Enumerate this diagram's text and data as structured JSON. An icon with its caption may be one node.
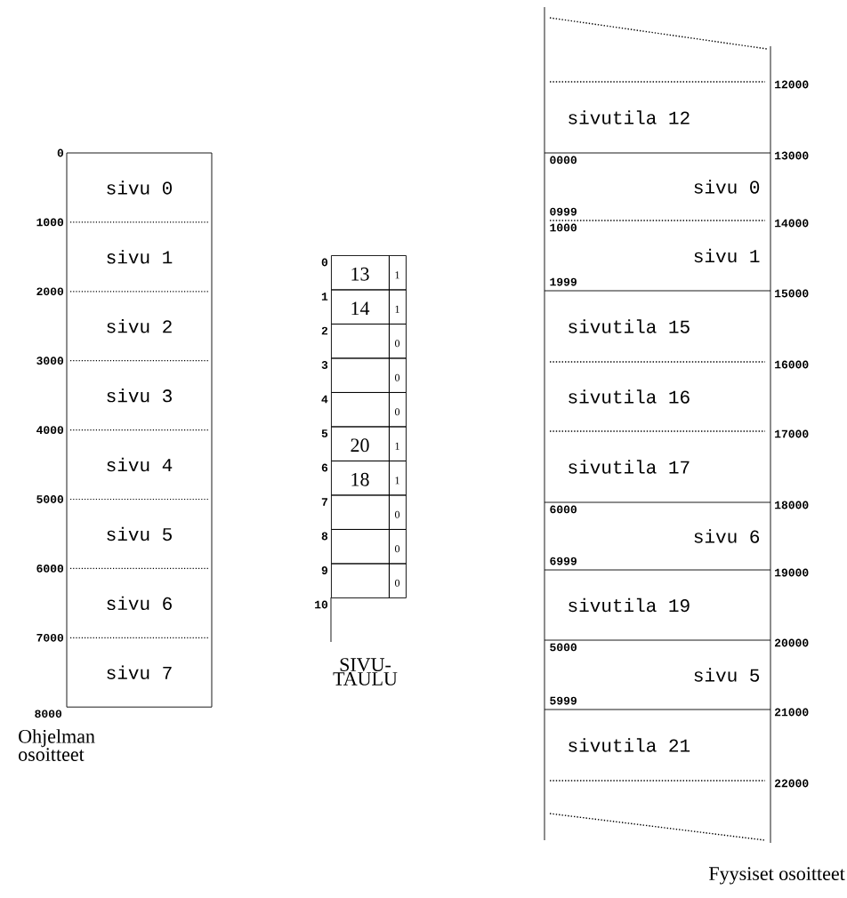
{
  "diagram": {
    "nodes": [
      {
        "text": [
          "sivu 0"
        ]
      },
      {
        "text": [
          "sivu 1"
        ]
      },
      {
        "text": [
          "sivu 2"
        ]
      },
      {
        "text": [
          "sivu 3"
        ]
      },
      {
        "text": [
          "sivu 4"
        ]
      },
      {
        "text": [
          "sivu 5"
        ]
      },
      {
        "text": [
          "sivu 6"
        ]
      },
      {
        "text": [
          "sivu 7"
        ]
      },
      {
        "text": [
          "13"
        ]
      },
      {
        "text": [
          "1"
        ]
      },
      {
        "text": [
          "14"
        ]
      },
      {
        "text": [
          "1"
        ]
      },
      {
        "text": [],
        "shape": "box"
      },
      {
        "text": [
          "0"
        ]
      },
      {
        "text": [],
        "shape": "box"
      },
      {
        "text": [
          "0"
        ]
      },
      {
        "text": [],
        "shape": "box"
      },
      {
        "text": [
          "0"
        ]
      },
      {
        "text": [
          "20"
        ]
      },
      {
        "text": [
          "1"
        ]
      },
      {
        "text": [
          "18"
        ]
      },
      {
        "text": [
          "1"
        ]
      },
      {
        "text": [],
        "shape": "box"
      },
      {
        "text": [
          "0"
        ]
      },
      {
        "text": [],
        "shape": "box"
      },
      {
        "text": [
          "0"
        ]
      },
      {
        "text": [],
        "shape": "box"
      },
      {
        "text": [
          "0"
        ]
      },
      {
        "text": [
          "sivutila 12"
        ]
      },
      {
        "text": [
          "0000",
          "sivu 0",
          "0999"
        ]
      },
      {
        "text": [
          "1000",
          "sivu 1",
          "1999"
        ]
      },
      {
        "text": [
          "sivutila 15"
        ]
      },
      {
        "text": [
          "sivutila 16"
        ]
      },
      {
        "text": [
          "sivutila 17"
        ]
      },
      {
        "text": [
          "6000",
          "sivu 6",
          "6999"
        ]
      },
      {
        "text": [
          "sivutila 19"
        ]
      },
      {
        "text": [
          "5000",
          "sivu 5",
          "5999"
        ]
      },
      {
        "text": [
          "sivutila 21"
        ]
      }
    ],
    "labels": [
      "0",
      "1000",
      "2000",
      "3000",
      "4000",
      "5000",
      "6000",
      "7000",
      "8000",
      "Ohjelman osoitteet",
      "0",
      "1",
      "2",
      "3",
      "4",
      "5",
      "6",
      "7",
      "8",
      "9",
      "10",
      "SIVU- TAULU",
      "12000",
      "13000",
      "14000",
      "15000",
      "16000",
      "17000",
      "18000",
      "19000",
      "20000",
      "21000",
      "22000",
      "Fyysiset osoitteet"
    ]
  }
}
